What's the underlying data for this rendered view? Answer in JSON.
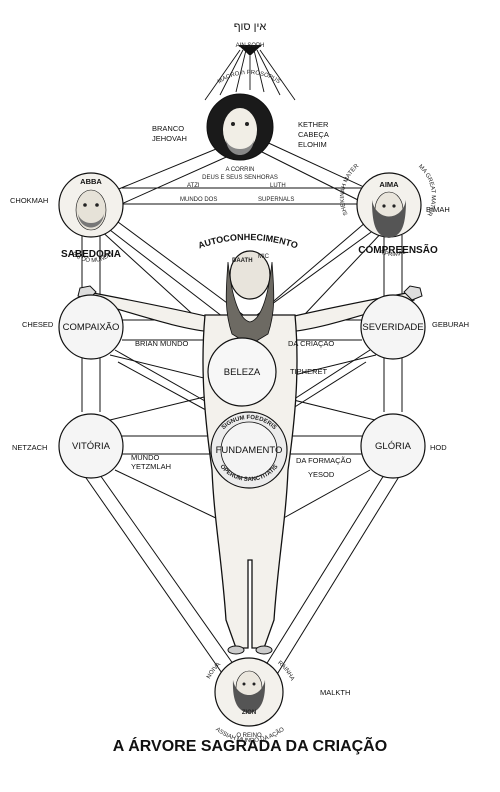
{
  "title": "A ÁRVORE SAGRADA DA CRIAÇÃO",
  "top": {
    "hebrew": "אין סוף",
    "ain_soph": "AIN SOPH"
  },
  "kether": {
    "side": [
      "BRANCO",
      "JEHOVAH"
    ],
    "right": [
      "KETHER",
      "CABEÇA",
      "ELOHIM"
    ],
    "arc_left": "MACRO",
    "arc_right": "PROSOPUS",
    "under": [
      "A CORRIN",
      "DEUS E SEUS SENHORAS"
    ]
  },
  "chokmah": {
    "side": "CHOKMAH",
    "name": "ABBA",
    "arc": "PAI DO MUNDO",
    "label": "SABEDORIA"
  },
  "binah": {
    "side": "BIMAH",
    "name": "AIMA",
    "arc_left": "SHEKINAH MATER",
    "arc_right": "MA GREAT MATER",
    "arc_under": "A PRIMAL",
    "label": "COMPREENSÃO"
  },
  "supernal": {
    "atzi": "ATZI",
    "luth": "LUTH",
    "mundo": "MUNDO DOS",
    "supernals": "SUPERNALS"
  },
  "crown_arc": "AUTOCONHECIMENTO",
  "daath": {
    "text": "DAATH",
    "side": "MIC"
  },
  "chesed": {
    "side": "CHESED",
    "label": "COMPAIXÃO"
  },
  "geburah": {
    "side": "GEBURAH",
    "label": "SEVERIDADE"
  },
  "tiphereth": {
    "label": "BELEZA",
    "side": "TIPHERET",
    "brian": "BRIAN MUNDO",
    "da_criacao": "DA CRIAÇÃO"
  },
  "netzach": {
    "side": "NETZACH",
    "label": "VITÓRIA",
    "mundo": "MUNDO",
    "yetzirah": "YETZMLAH"
  },
  "hod": {
    "side": "HOD",
    "label": "GLÓRIA"
  },
  "yesod": {
    "label": "FUNDAMENTO",
    "side": "YESOD",
    "formacao": "DA FORMAÇÃO",
    "ring_top": "SIGNUM FOEDERIS",
    "ring_bottom": "OPERUM SANCTITATIS"
  },
  "malkuth": {
    "side": "MALKTH",
    "arc_left": "NOIVA",
    "arc_right": "RAINHA",
    "zion": "ZION",
    "reino": "O REINO",
    "acao": "ASSIAH MUNDO DA AÇÃO"
  }
}
